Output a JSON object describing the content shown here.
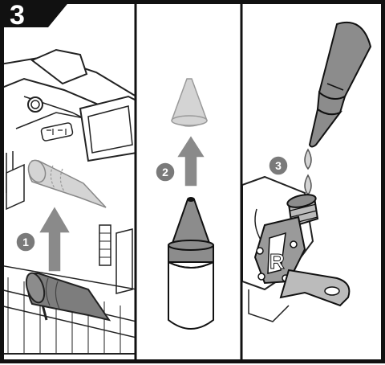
{
  "step_number": "3",
  "panels": [
    {
      "badge": "1"
    },
    {
      "badge": "2"
    },
    {
      "badge": "3"
    }
  ],
  "colors": {
    "frame": "#111111",
    "badge_fill": "#7a7a7a",
    "arrow_fill": "#8a8a8a",
    "part_gray": "#8c8c8c",
    "light_gray": "#d4d4d4",
    "line": "#2a2a2a"
  }
}
